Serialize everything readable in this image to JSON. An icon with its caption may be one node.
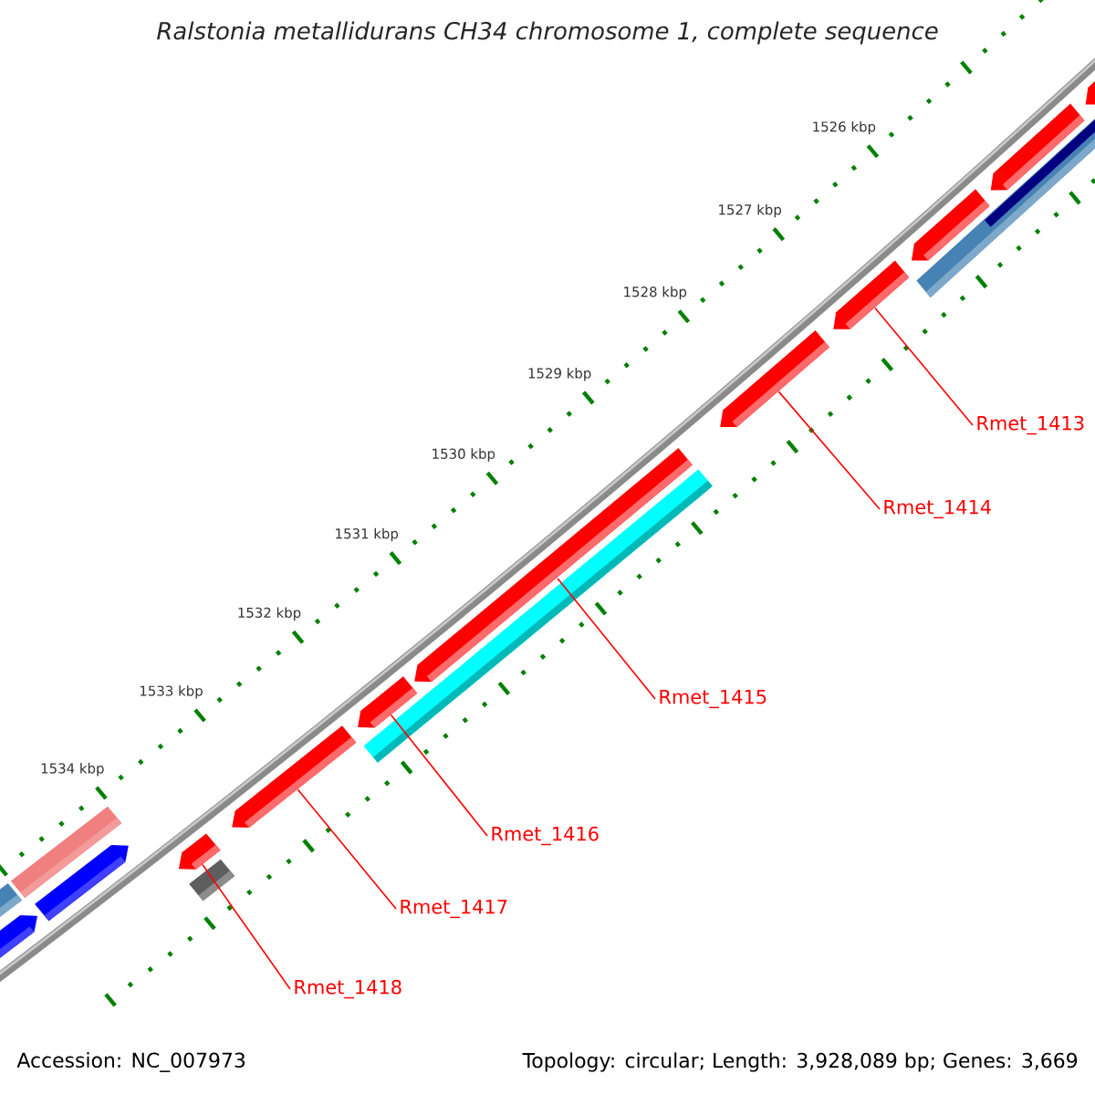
{
  "diagram": {
    "title": "Ralstonia metallidurans CH34 chromosome 1, complete sequence",
    "nodes": [
      {
        "text": [
          "Rmet_1413"
        ]
      },
      {
        "text": [
          "Rmet_1414"
        ]
      },
      {
        "text": [
          "Rmet_1415"
        ]
      },
      {
        "text": [
          "Rmet_1416"
        ]
      },
      {
        "text": [
          "Rmet_1417"
        ]
      },
      {
        "text": [
          "Rmet_1418"
        ]
      },
      {
        "text": [],
        "shape": "arrow"
      },
      {
        "text": [],
        "shape": "arrow"
      },
      {
        "text": [],
        "shape": "arrow"
      },
      {
        "text": [],
        "shape": "arrow"
      },
      {
        "text": [],
        "shape": "arrow"
      },
      {
        "text": [],
        "shape": "arrow"
      },
      {
        "text": [],
        "shape": "arrow"
      },
      {
        "text": [],
        "shape": "arrow"
      },
      {
        "text": [],
        "shape": "arrow"
      }
    ],
    "edges": [
      {
        "from": 0,
        "to": 6,
        "arrow": "none"
      },
      {
        "from": 1,
        "to": 7,
        "arrow": "none"
      },
      {
        "from": 2,
        "to": 8,
        "arrow": "none"
      },
      {
        "from": 3,
        "to": 9,
        "arrow": "none"
      },
      {
        "from": 4,
        "to": 10,
        "arrow": "none"
      },
      {
        "from": 5,
        "to": 11,
        "arrow": "none"
      }
    ],
    "labels": [
      "1526 kbp",
      "1527 kbp",
      "1528 kbp",
      "1529 kbp",
      "1530 kbp",
      "1531 kbp",
      "1532 kbp",
      "1533 kbp",
      "1534 kbp",
      "Accession: NC_007973",
      "Topology: circular; Length: 3,928,089 bp; Genes: 3,669"
    ]
  }
}
